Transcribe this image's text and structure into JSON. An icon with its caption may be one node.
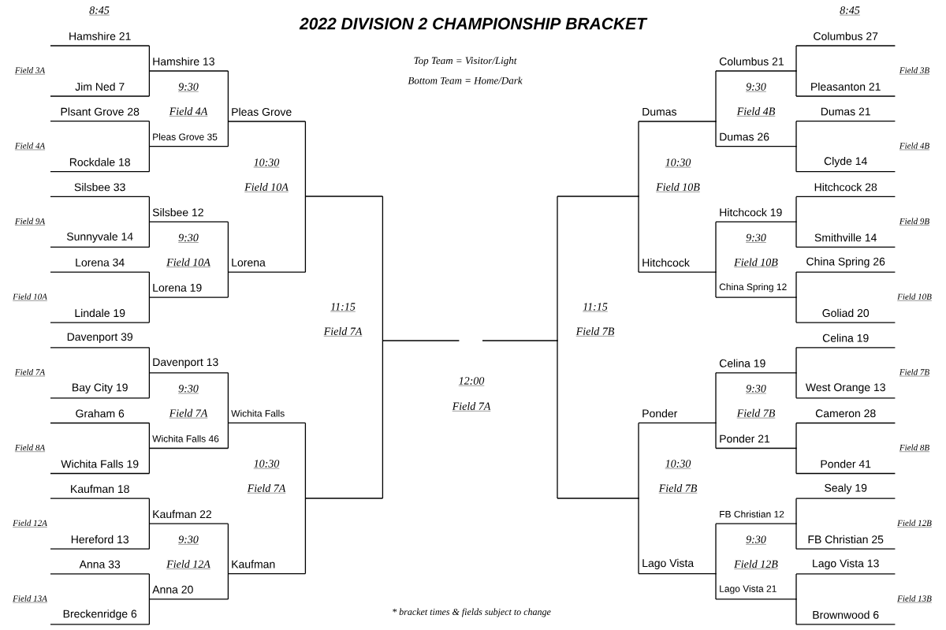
{
  "diagram": {
    "title": "2022 DIVISION 2 CHAMPIONSHIP BRACKET",
    "nodes": [
      {
        "text": [
          "Hamshire 21"
        ]
      },
      {
        "text": [
          "Jim Ned 7"
        ]
      },
      {
        "text": [
          "Plsant Grove 28"
        ]
      },
      {
        "text": [
          "Rockdale 18"
        ]
      },
      {
        "text": [
          "Silsbee 33"
        ]
      },
      {
        "text": [
          "Sunnyvale 14"
        ]
      },
      {
        "text": [
          "Lorena 34"
        ]
      },
      {
        "text": [
          "Lindale 19"
        ]
      },
      {
        "text": [
          "Davenport 39"
        ]
      },
      {
        "text": [
          "Bay City 19"
        ]
      },
      {
        "text": [
          "Graham 6"
        ]
      },
      {
        "text": [
          "Wichita Falls 19"
        ]
      },
      {
        "text": [
          "Kaufman 18"
        ]
      },
      {
        "text": [
          "Hereford 13"
        ]
      },
      {
        "text": [
          "Anna 33"
        ]
      },
      {
        "text": [
          "Breckenridge 6"
        ]
      },
      {
        "text": [
          "Hamshire 13"
        ]
      },
      {
        "text": [
          "Pleas Grove 35"
        ]
      },
      {
        "text": [
          "Silsbee 12"
        ]
      },
      {
        "text": [
          "Lorena 19"
        ]
      },
      {
        "text": [
          "Davenport 13"
        ]
      },
      {
        "text": [
          "Wichita Falls 46"
        ]
      },
      {
        "text": [
          "Kaufman 22"
        ]
      },
      {
        "text": [
          "Anna 20"
        ]
      },
      {
        "text": [
          "Pleas Grove"
        ]
      },
      {
        "text": [
          "Lorena"
        ]
      },
      {
        "text": [
          "Wichita Falls"
        ]
      },
      {
        "text": [
          "Kaufman"
        ]
      },
      {
        "text": [],
        "shape": "bar"
      },
      {
        "text": [],
        "shape": "bar"
      },
      {
        "text": [],
        "shape": "bar"
      },
      {
        "text": [],
        "shape": "bar"
      },
      {
        "text": [],
        "shape": "bar"
      },
      {
        "text": [],
        "shape": "bar"
      },
      {
        "text": [
          "Dumas"
        ]
      },
      {
        "text": [
          "Hitchcock"
        ]
      },
      {
        "text": [
          "Ponder"
        ]
      },
      {
        "text": [
          "Lago Vista"
        ]
      },
      {
        "text": [
          "Columbus 21"
        ]
      },
      {
        "text": [
          "Dumas 26"
        ]
      },
      {
        "text": [
          "Hitchcock 19"
        ]
      },
      {
        "text": [
          "China Spring 12"
        ]
      },
      {
        "text": [
          "Celina 19"
        ]
      },
      {
        "text": [
          "Ponder 21"
        ]
      },
      {
        "text": [
          "FB Christian 12"
        ]
      },
      {
        "text": [
          "Lago Vista 21"
        ]
      },
      {
        "text": [
          "Columbus 27"
        ]
      },
      {
        "text": [
          "Pleasanton 21"
        ]
      },
      {
        "text": [
          "Dumas 21"
        ]
      },
      {
        "text": [
          "Clyde 14"
        ]
      },
      {
        "text": [
          "Hitchcock 28"
        ]
      },
      {
        "text": [
          "Smithville 14"
        ]
      },
      {
        "text": [
          "China Spring 26"
        ]
      },
      {
        "text": [
          "Goliad 20"
        ]
      },
      {
        "text": [
          "Celina 19"
        ]
      },
      {
        "text": [
          "West Orange 13"
        ]
      },
      {
        "text": [
          "Cameron 28"
        ]
      },
      {
        "text": [
          "Ponder 41"
        ]
      },
      {
        "text": [
          "Sealy 19"
        ]
      },
      {
        "text": [
          "FB Christian 25"
        ]
      },
      {
        "text": [
          "Lago Vista 13"
        ]
      },
      {
        "text": [
          "Brownwood 6"
        ]
      }
    ],
    "edges": [
      {
        "from": 0,
        "to": 16,
        "arrow": "none"
      },
      {
        "from": 1,
        "to": 16,
        "arrow": "none"
      },
      {
        "from": 2,
        "to": 17,
        "arrow": "none"
      },
      {
        "from": 3,
        "to": 17,
        "arrow": "none"
      },
      {
        "from": 4,
        "to": 18,
        "arrow": "none"
      },
      {
        "from": 5,
        "to": 18,
        "arrow": "none"
      },
      {
        "from": 6,
        "to": 19,
        "arrow": "none"
      },
      {
        "from": 7,
        "to": 19,
        "arrow": "none"
      },
      {
        "from": 8,
        "to": 20,
        "arrow": "none"
      },
      {
        "from": 9,
        "to": 20,
        "arrow": "none"
      },
      {
        "from": 10,
        "to": 21,
        "arrow": "none"
      },
      {
        "from": 11,
        "to": 21,
        "arrow": "none"
      },
      {
        "from": 12,
        "to": 22,
        "arrow": "none"
      },
      {
        "from": 13,
        "to": 22,
        "arrow": "none"
      },
      {
        "from": 14,
        "to": 23,
        "arrow": "none"
      },
      {
        "from": 15,
        "to": 23,
        "arrow": "none"
      },
      {
        "from": 16,
        "to": 24,
        "arrow": "none"
      },
      {
        "from": 17,
        "to": 24,
        "arrow": "none"
      },
      {
        "from": 18,
        "to": 25,
        "arrow": "none"
      },
      {
        "from": 19,
        "to": 25,
        "arrow": "none"
      },
      {
        "from": 20,
        "to": 26,
        "arrow": "none"
      },
      {
        "from": 21,
        "to": 26,
        "arrow": "none"
      },
      {
        "from": 22,
        "to": 27,
        "arrow": "none"
      },
      {
        "from": 23,
        "to": 27,
        "arrow": "none"
      },
      {
        "from": 24,
        "to": 28,
        "arrow": "none"
      },
      {
        "from": 25,
        "to": 28,
        "arrow": "none"
      },
      {
        "from": 26,
        "to": 29,
        "arrow": "none"
      },
      {
        "from": 27,
        "to": 29,
        "arrow": "none"
      },
      {
        "from": 28,
        "to": 30,
        "arrow": "none"
      },
      {
        "from": 29,
        "to": 30,
        "arrow": "none"
      },
      {
        "from": 32,
        "to": 31,
        "arrow": "none"
      },
      {
        "from": 33,
        "to": 31,
        "arrow": "none"
      },
      {
        "from": 34,
        "to": 32,
        "arrow": "none"
      },
      {
        "from": 35,
        "to": 32,
        "arrow": "none"
      },
      {
        "from": 36,
        "to": 33,
        "arrow": "none"
      },
      {
        "from": 37,
        "to": 33,
        "arrow": "none"
      },
      {
        "from": 38,
        "to": 34,
        "arrow": "none"
      },
      {
        "from": 39,
        "to": 34,
        "arrow": "none"
      },
      {
        "from": 40,
        "to": 35,
        "arrow": "none"
      },
      {
        "from": 41,
        "to": 35,
        "arrow": "none"
      },
      {
        "from": 42,
        "to": 36,
        "arrow": "none"
      },
      {
        "from": 43,
        "to": 36,
        "arrow": "none"
      },
      {
        "from": 44,
        "to": 37,
        "arrow": "none"
      },
      {
        "from": 45,
        "to": 37,
        "arrow": "none"
      },
      {
        "from": 46,
        "to": 38,
        "arrow": "none"
      },
      {
        "from": 47,
        "to": 38,
        "arrow": "none"
      },
      {
        "from": 48,
        "to": 39,
        "arrow": "none"
      },
      {
        "from": 49,
        "to": 39,
        "arrow": "none"
      },
      {
        "from": 50,
        "to": 40,
        "arrow": "none"
      },
      {
        "from": 51,
        "to": 40,
        "arrow": "none"
      },
      {
        "from": 52,
        "to": 41,
        "arrow": "none"
      },
      {
        "from": 53,
        "to": 41,
        "arrow": "none"
      },
      {
        "from": 54,
        "to": 42,
        "arrow": "none"
      },
      {
        "from": 55,
        "to": 42,
        "arrow": "none"
      },
      {
        "from": 56,
        "to": 43,
        "arrow": "none"
      },
      {
        "from": 57,
        "to": 43,
        "arrow": "none"
      },
      {
        "from": 58,
        "to": 44,
        "arrow": "none"
      },
      {
        "from": 59,
        "to": 44,
        "arrow": "none"
      },
      {
        "from": 60,
        "to": 45,
        "arrow": "none"
      },
      {
        "from": 61,
        "to": 45,
        "arrow": "none"
      }
    ],
    "labels": [
      "8:45",
      "8:45",
      "Top Team = Visitor/Light",
      "Bottom Team = Home/Dark",
      "Field 3A",
      "Field 4A",
      "Field 9A",
      "Field 10A",
      "Field 7A",
      "Field 8A",
      "Field 12A",
      "Field 13A",
      "9:30",
      "Field 4A",
      "9:30",
      "Field 10A",
      "9:30",
      "Field 7A",
      "9:30",
      "Field 12A",
      "10:30",
      "Field 10A",
      "10:30",
      "Field 7A",
      "11:15",
      "Field 7A",
      "12:00",
      "Field 7A",
      "11:15",
      "Field 7B",
      "10:30",
      "Field 10B",
      "10:30",
      "Field 7B",
      "9:30",
      "Field 4B",
      "9:30",
      "Field 10B",
      "9:30",
      "Field 7B",
      "9:30",
      "Field 12B",
      "Field 3B",
      "Field 4B",
      "Field 9B",
      "Field 10B",
      "Field 7B",
      "Field 8B",
      "Field 12B",
      "Field 13B",
      "* bracket times & fields subject to change"
    ]
  }
}
